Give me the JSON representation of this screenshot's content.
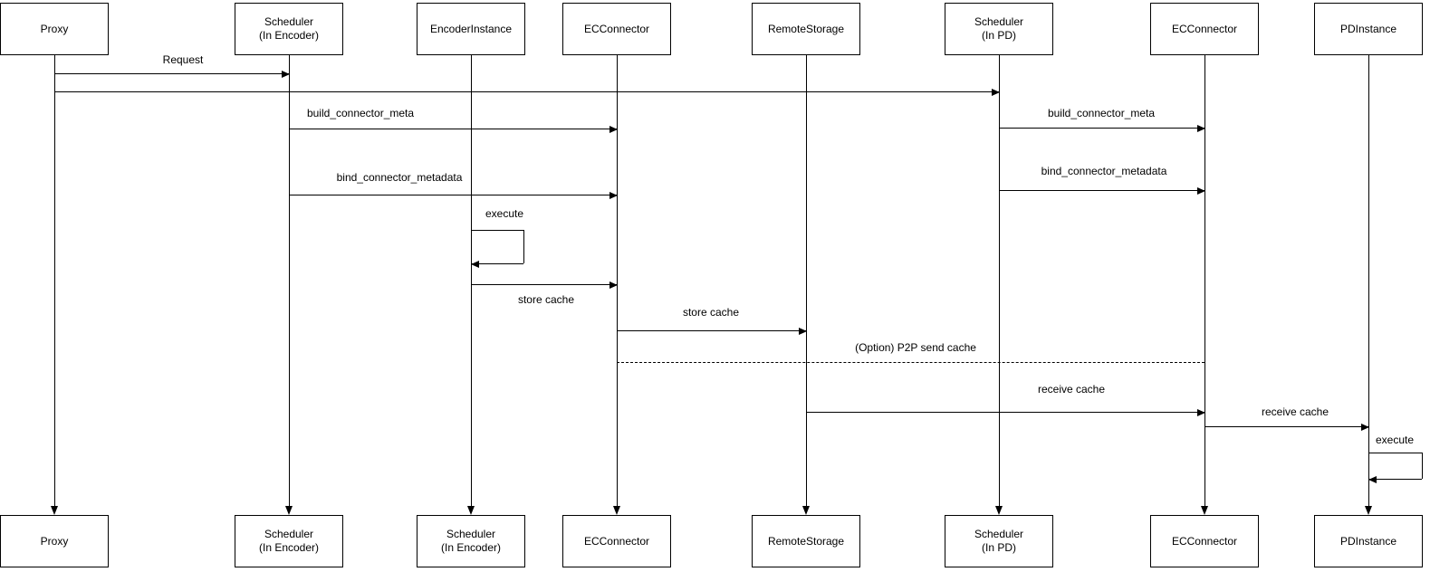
{
  "diagram": {
    "type": "sequence-diagram",
    "background_color": "#ffffff",
    "line_color": "#000000",
    "text_color": "#000000",
    "actors": [
      {
        "id": "proxy",
        "top_label": "Proxy",
        "bottom_label": "Proxy"
      },
      {
        "id": "scheduler-encoder",
        "top_label": "Scheduler\n(In Encoder)",
        "bottom_label": "Scheduler\n(In Encoder)"
      },
      {
        "id": "encoder-instance",
        "top_label": "EncoderInstance",
        "bottom_label": "Scheduler\n(In Encoder)"
      },
      {
        "id": "ecconnector-encoder",
        "top_label": "ECConnector",
        "bottom_label": "ECConnector"
      },
      {
        "id": "remote-storage",
        "top_label": "RemoteStorage",
        "bottom_label": "RemoteStorage"
      },
      {
        "id": "scheduler-pd",
        "top_label": "Scheduler\n(In PD)",
        "bottom_label": "Scheduler\n(In PD)"
      },
      {
        "id": "ecconnector-pd",
        "top_label": "ECConnector",
        "bottom_label": "ECConnector"
      },
      {
        "id": "pdinstance",
        "top_label": "PDInstance",
        "bottom_label": "PDInstance"
      }
    ],
    "messages": [
      {
        "label": "Request",
        "from": "Proxy",
        "to": "Scheduler (In Encoder)",
        "style": "solid"
      },
      {
        "label": "",
        "from": "Proxy",
        "to": "Scheduler (In PD)",
        "style": "solid"
      },
      {
        "label": "build_connector_meta",
        "from": "Scheduler (In Encoder)",
        "to": "ECConnector (Encoder)",
        "style": "solid"
      },
      {
        "label": "build_connector_meta",
        "from": "Scheduler (In PD)",
        "to": "ECConnector (PD)",
        "style": "solid"
      },
      {
        "label": "bind_connector_metadata",
        "from": "Scheduler (In Encoder)",
        "to": "ECConnector (Encoder)",
        "style": "solid"
      },
      {
        "label": "bind_connector_metadata",
        "from": "Scheduler (In PD)",
        "to": "ECConnector (PD)",
        "style": "solid"
      },
      {
        "label": "execute",
        "from": "EncoderInstance",
        "to": "EncoderInstance",
        "style": "self-loop"
      },
      {
        "label": "store cache",
        "from": "EncoderInstance",
        "to": "ECConnector (Encoder)",
        "style": "solid"
      },
      {
        "label": "store cache",
        "from": "ECConnector (Encoder)",
        "to": "RemoteStorage",
        "style": "solid"
      },
      {
        "label": "(Option) P2P send cache",
        "from": "ECConnector (Encoder)",
        "to": "ECConnector (PD)",
        "style": "dashed"
      },
      {
        "label": "receive cache",
        "from": "RemoteStorage",
        "to": "ECConnector (PD)",
        "style": "solid"
      },
      {
        "label": "receive cache",
        "from": "ECConnector (PD)",
        "to": "PDInstance",
        "style": "solid"
      },
      {
        "label": "execute",
        "from": "PDInstance",
        "to": "PDInstance",
        "style": "self-loop"
      }
    ]
  }
}
